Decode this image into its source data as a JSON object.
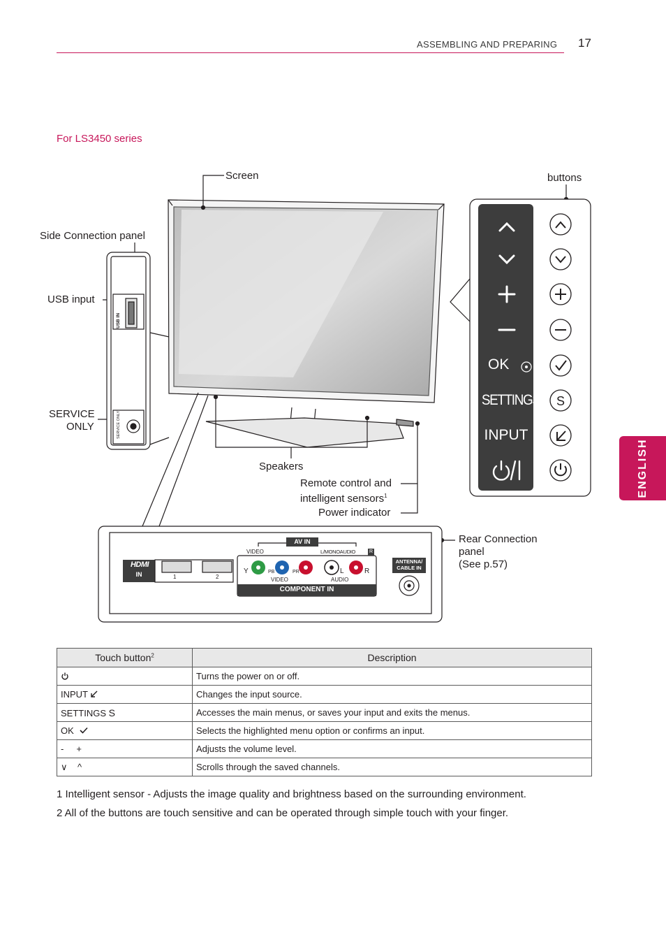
{
  "header": {
    "section": "ASSEMBLING AND PREPARING",
    "page_number": "17"
  },
  "side_tab": {
    "label": "ENGLISH"
  },
  "subtitle": "For LS3450 series",
  "diagram": {
    "labels": {
      "screen": "Screen",
      "buttons": "buttons",
      "side_connection_panel": "Side Connection panel",
      "usb_input": "USB input",
      "service_line1": "SERVICE",
      "service_line2": "ONLY",
      "speakers": "Speakers",
      "remote_line1": "Remote control and",
      "remote_line2": "intelligent sensors",
      "remote_sup": "1",
      "power_indicator": "Power indicator",
      "rear_line1": "Rear Connection",
      "rear_line2": "panel",
      "rear_line3": "(See p.57)"
    },
    "side_panel": {
      "usb_in": "USB IN",
      "service_only": "SERVICE ONLY"
    },
    "control_strip": {
      "ok": "OK",
      "settings": "SETTINGS",
      "input": "INPUT"
    },
    "rear_panel": {
      "hdmi": "HDMI",
      "hdmi_in": "IN",
      "hdmi_1": "1",
      "hdmi_2": "2",
      "av_in": "AV IN",
      "video_top": "VIDEO",
      "mono_audio": "L/MONOAUDIO",
      "r_badge": "R",
      "y": "Y",
      "pb": "PB",
      "pr": "PR",
      "l": "L",
      "r": "R",
      "video_bottom": "VIDEO",
      "audio_bottom": "AUDIO",
      "component_in": "COMPONENT IN",
      "antenna_line1": "ANTENNA/",
      "antenna_line2": "CABLE IN"
    }
  },
  "table": {
    "headers": {
      "touch_button": "Touch button",
      "touch_button_sup": "2",
      "description": "Description"
    },
    "rows": [
      {
        "button": "",
        "icon": "power-icon",
        "description": "Turns the power on or off."
      },
      {
        "button": "INPUT",
        "icon": "input-arrow-icon",
        "description": "Changes the input source."
      },
      {
        "button": "SETTINGS",
        "icon": "settings-s-icon",
        "description": "Accesses the main menus, or saves your input and exits the menus."
      },
      {
        "button": "OK",
        "icon": "checkmark-icon",
        "description": "Selects the highlighted menu option or confirms an input."
      },
      {
        "button": "-     +",
        "icon": "",
        "description": "Adjusts the volume level."
      },
      {
        "button": "∨    ^",
        "icon": "",
        "description": "Scrolls through the saved channels."
      }
    ]
  },
  "footnotes": [
    "1 Intelligent sensor - Adjusts the image quality and brightness based on the surrounding environment.",
    "2 All of the buttons are touch sensitive and can be operated through simple touch with your finger."
  ],
  "colors": {
    "accent": "#c7175a",
    "strip": "#3d3d3d",
    "green": "#2e9b45",
    "blue": "#1f64b0",
    "red": "#c8102e"
  }
}
